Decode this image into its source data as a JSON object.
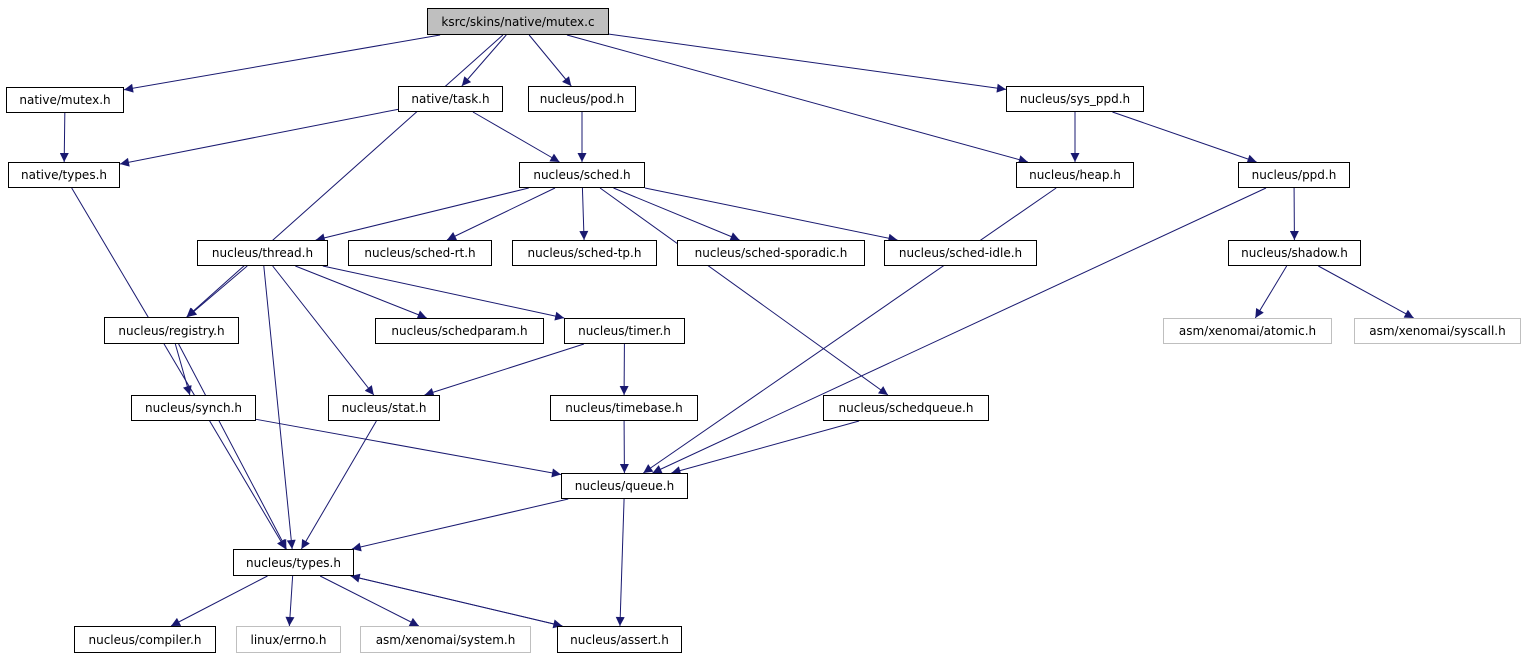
{
  "colors": {
    "edge": "#191970",
    "border": "#000000",
    "external_border": "#bfbfbf",
    "root_fill": "#bfbfbf"
  },
  "nodes": {
    "mutex_c": "ksrc/skins/native/mutex.c",
    "native_mutex_h": "native/mutex.h",
    "native_task_h": "native/task.h",
    "nucleus_pod_h": "nucleus/pod.h",
    "nucleus_sys_ppd_h": "nucleus/sys_ppd.h",
    "native_types_h": "native/types.h",
    "nucleus_sched_h": "nucleus/sched.h",
    "nucleus_heap_h": "nucleus/heap.h",
    "nucleus_ppd_h": "nucleus/ppd.h",
    "nucleus_thread_h": "nucleus/thread.h",
    "nucleus_sched_rt_h": "nucleus/sched-rt.h",
    "nucleus_sched_tp_h": "nucleus/sched-tp.h",
    "nucleus_sched_sporadic_h": "nucleus/sched-sporadic.h",
    "nucleus_sched_idle_h": "nucleus/sched-idle.h",
    "nucleus_shadow_h": "nucleus/shadow.h",
    "nucleus_registry_h": "nucleus/registry.h",
    "nucleus_schedparam_h": "nucleus/schedparam.h",
    "nucleus_timer_h": "nucleus/timer.h",
    "asm_xenomai_atomic_h": "asm/xenomai/atomic.h",
    "asm_xenomai_syscall_h": "asm/xenomai/syscall.h",
    "nucleus_synch_h": "nucleus/synch.h",
    "nucleus_stat_h": "nucleus/stat.h",
    "nucleus_timebase_h": "nucleus/timebase.h",
    "nucleus_schedqueue_h": "nucleus/schedqueue.h",
    "nucleus_queue_h": "nucleus/queue.h",
    "nucleus_types_h": "nucleus/types.h",
    "nucleus_compiler_h": "nucleus/compiler.h",
    "linux_errno_h": "linux/errno.h",
    "asm_xenomai_system_h": "asm/xenomai/system.h",
    "nucleus_assert_h": "nucleus/assert.h"
  },
  "edges": [
    [
      "mutex_c",
      "native_mutex_h"
    ],
    [
      "mutex_c",
      "native_task_h"
    ],
    [
      "mutex_c",
      "nucleus_pod_h"
    ],
    [
      "mutex_c",
      "nucleus_sys_ppd_h"
    ],
    [
      "mutex_c",
      "nucleus_heap_h"
    ],
    [
      "mutex_c",
      "nucleus_registry_h"
    ],
    [
      "native_mutex_h",
      "native_types_h"
    ],
    [
      "native_task_h",
      "native_types_h"
    ],
    [
      "native_task_h",
      "nucleus_sched_h"
    ],
    [
      "nucleus_pod_h",
      "nucleus_sched_h"
    ],
    [
      "nucleus_sys_ppd_h",
      "nucleus_heap_h"
    ],
    [
      "nucleus_sys_ppd_h",
      "nucleus_ppd_h"
    ],
    [
      "native_types_h",
      "nucleus_types_h"
    ],
    [
      "nucleus_sched_h",
      "nucleus_thread_h"
    ],
    [
      "nucleus_sched_h",
      "nucleus_sched_rt_h"
    ],
    [
      "nucleus_sched_h",
      "nucleus_sched_tp_h"
    ],
    [
      "nucleus_sched_h",
      "nucleus_sched_sporadic_h"
    ],
    [
      "nucleus_sched_h",
      "nucleus_sched_idle_h"
    ],
    [
      "nucleus_sched_h",
      "nucleus_schedqueue_h"
    ],
    [
      "nucleus_heap_h",
      "nucleus_queue_h"
    ],
    [
      "nucleus_ppd_h",
      "nucleus_shadow_h"
    ],
    [
      "nucleus_ppd_h",
      "nucleus_queue_h"
    ],
    [
      "nucleus_shadow_h",
      "asm_xenomai_atomic_h"
    ],
    [
      "nucleus_shadow_h",
      "asm_xenomai_syscall_h"
    ],
    [
      "nucleus_thread_h",
      "nucleus_registry_h"
    ],
    [
      "nucleus_thread_h",
      "nucleus_schedparam_h"
    ],
    [
      "nucleus_thread_h",
      "nucleus_timer_h"
    ],
    [
      "nucleus_thread_h",
      "nucleus_stat_h"
    ],
    [
      "nucleus_thread_h",
      "nucleus_types_h"
    ],
    [
      "nucleus_registry_h",
      "nucleus_synch_h"
    ],
    [
      "nucleus_registry_h",
      "nucleus_types_h"
    ],
    [
      "nucleus_timer_h",
      "nucleus_stat_h"
    ],
    [
      "nucleus_timer_h",
      "nucleus_timebase_h"
    ],
    [
      "nucleus_synch_h",
      "nucleus_queue_h"
    ],
    [
      "nucleus_stat_h",
      "nucleus_types_h"
    ],
    [
      "nucleus_timebase_h",
      "nucleus_queue_h"
    ],
    [
      "nucleus_schedqueue_h",
      "nucleus_queue_h"
    ],
    [
      "nucleus_queue_h",
      "nucleus_types_h"
    ],
    [
      "nucleus_queue_h",
      "nucleus_assert_h"
    ],
    [
      "nucleus_types_h",
      "nucleus_compiler_h"
    ],
    [
      "nucleus_types_h",
      "linux_errno_h"
    ],
    [
      "nucleus_types_h",
      "asm_xenomai_system_h"
    ],
    [
      "nucleus_types_h",
      "nucleus_assert_h"
    ],
    [
      "nucleus_assert_h",
      "nucleus_types_h"
    ]
  ]
}
